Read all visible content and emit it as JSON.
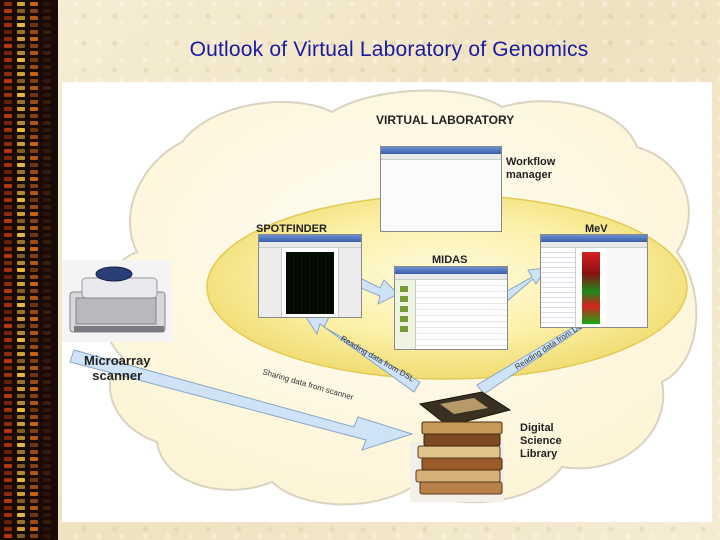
{
  "slide": {
    "title": "Outlook of Virtual Laboratory of Genomics"
  },
  "diagram": {
    "cloud_title": "VIRTUAL LABORATORY",
    "workflow_label_line1": "Workflow",
    "workflow_label_line2": "manager",
    "spotfinder_label": "SPOTFINDER",
    "midas_label": "MIDAS",
    "mev_label": "MeV",
    "scanner_label_line1": "Microarray",
    "scanner_label_line2": "scanner",
    "dsl_label_line1": "Digital",
    "dsl_label_line2": "Science",
    "dsl_label_line3": "Library",
    "arrow_scanner_text": "Sharing data from scanner",
    "arrow_dsl_left_text": "Reading data from DSL",
    "arrow_dsl_right_text": "Reading data from DSL"
  },
  "colors": {
    "title_blue": "#1a1aa0",
    "cloud_yellow": "#f7e98a",
    "arrow_blue": "#cfe3f7",
    "sidebar_bg": "#1a0a06"
  }
}
